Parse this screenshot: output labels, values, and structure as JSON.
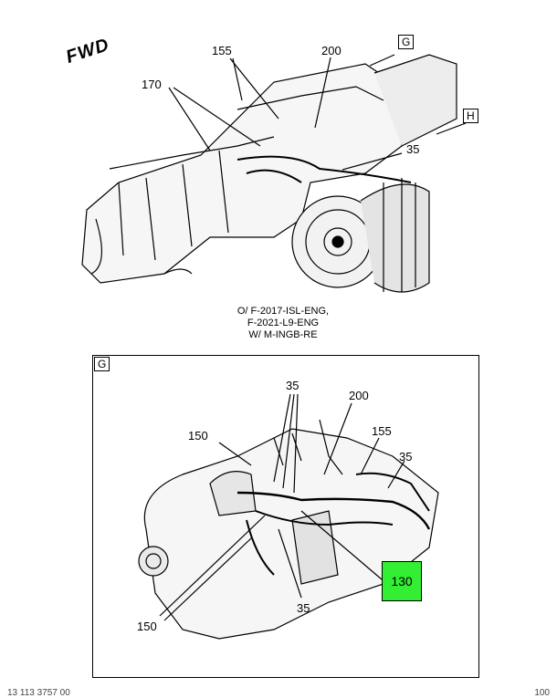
{
  "fwd_label": "FWD",
  "top_view": {
    "callouts": [
      "155",
      "200",
      "170",
      "35"
    ],
    "ref_boxes": [
      "G",
      "H"
    ],
    "caption_lines": [
      "O/ F-2017-ISL-ENG,",
      "F-2021-L9-ENG",
      "W/ M-INGB-RE"
    ]
  },
  "detail_view": {
    "frame_letter": "G",
    "callouts": [
      "35",
      "200",
      "150",
      "155",
      "35",
      "35",
      "150"
    ],
    "highlight_callout": "130",
    "highlight_color": "#33ee33"
  },
  "footer": {
    "left": "13 113 3757 00",
    "right": "100"
  }
}
